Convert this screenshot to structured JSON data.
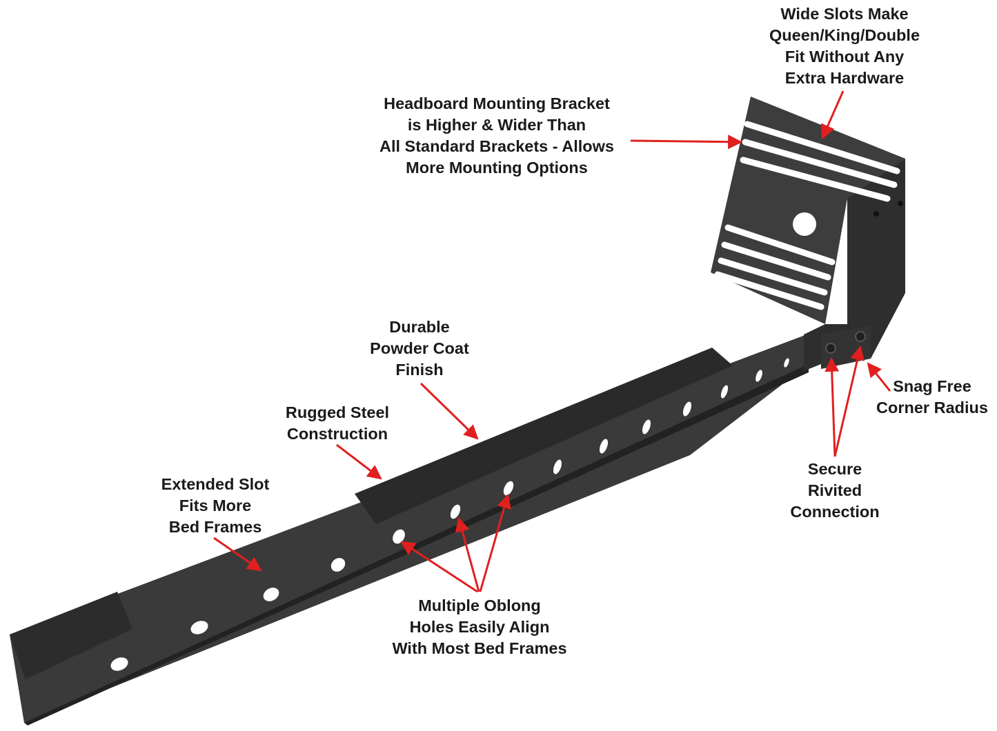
{
  "colors": {
    "metal": "#3a3a3a",
    "metal_dark": "#262626",
    "metal_light": "#4a4a4a",
    "arrow": "#e0201f",
    "text": "#1a1a1a",
    "hole": "#ffffff"
  },
  "callouts": {
    "wide_slots": [
      "Wide Slots Make",
      "Queen/King/Double",
      "Fit Without Any",
      "Extra Hardware"
    ],
    "headboard_bracket": [
      "Headboard Mounting Bracket",
      "is Higher & Wider Than",
      "All Standard Brackets - Allows",
      "More Mounting Options"
    ],
    "powder_coat": [
      "Durable",
      "Powder Coat",
      "Finish"
    ],
    "rugged_steel": [
      "Rugged Steel",
      "Construction"
    ],
    "extended_slot": [
      "Extended Slot",
      "Fits More",
      "Bed Frames"
    ],
    "oblong_holes": [
      "Multiple Oblong",
      "Holes Easily Align",
      "With Most Bed Frames"
    ],
    "snag_free": [
      "Snag Free",
      "Corner Radius"
    ],
    "rivets": [
      "Secure",
      "Rivited",
      "Connection"
    ]
  }
}
